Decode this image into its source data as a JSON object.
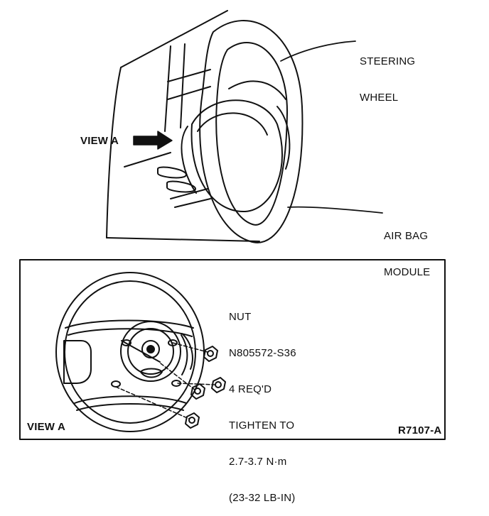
{
  "labels": {
    "steering_wheel": [
      "STEERING",
      "WHEEL"
    ],
    "view_a_arrow": "VIEW A",
    "air_bag_module": [
      "AIR BAG",
      "MODULE"
    ],
    "nut_spec": [
      "NUT",
      "N805572-S36",
      "4 REQ'D",
      "TIGHTEN TO",
      "2.7-3.7 N·m",
      "(23-32 LB-IN)"
    ],
    "view_a_inset": "VIEW A",
    "figure_id": "R7107-A"
  },
  "colors": {
    "ink": "#111111",
    "paper": "#ffffff"
  }
}
